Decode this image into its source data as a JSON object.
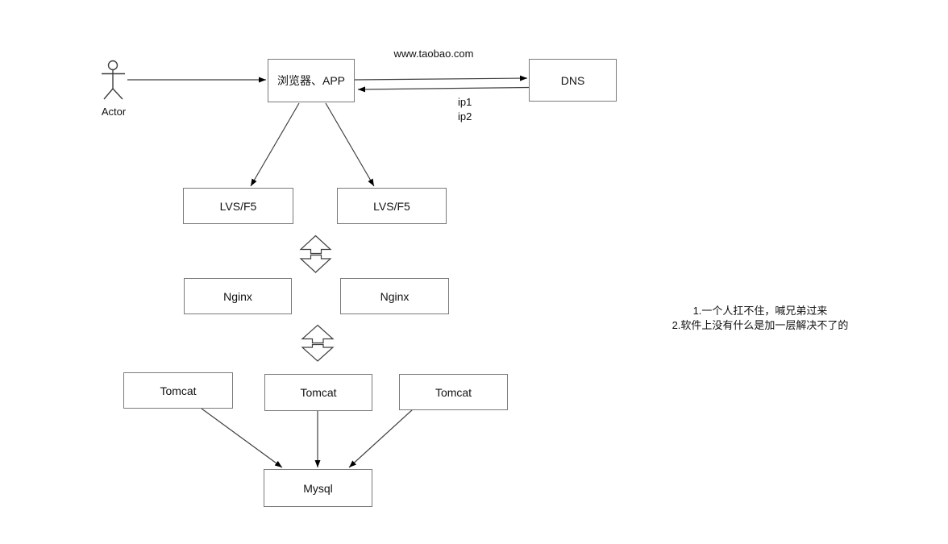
{
  "diagram": {
    "nodes": {
      "browser": {
        "label": "浏览器、APP"
      },
      "dns": {
        "label": "DNS"
      },
      "lvs_left": {
        "label": "LVS/F5"
      },
      "lvs_right": {
        "label": "LVS/F5"
      },
      "nginx_left": {
        "label": "Nginx"
      },
      "nginx_right": {
        "label": "Nginx"
      },
      "tomcat_1": {
        "label": "Tomcat"
      },
      "tomcat_2": {
        "label": "Tomcat"
      },
      "tomcat_3": {
        "label": "Tomcat"
      },
      "mysql": {
        "label": "Mysql"
      }
    },
    "actor": {
      "label": "Actor"
    },
    "edge_labels": {
      "request": "www.taobao.com",
      "response_line1": "ip1",
      "response_line2": "ip2"
    },
    "annotation": {
      "line1": "1.一个人扛不住，喊兄弟过来",
      "line2": "2.软件上没有什么是加一层解决不了的"
    },
    "colors": {
      "box_border": "#7a7a7a",
      "line": "#3f3f3f",
      "arrowhead": "#000000",
      "background": "#ffffff"
    }
  }
}
